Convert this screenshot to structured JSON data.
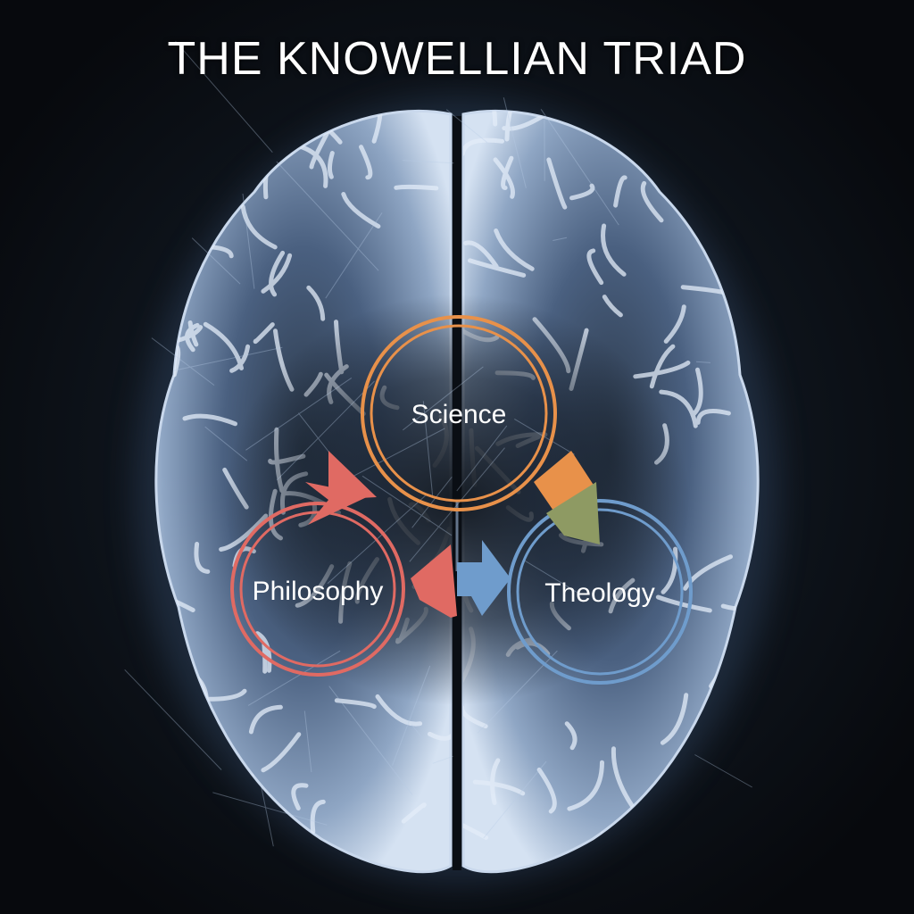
{
  "title": "THE KNOWELLIAN TRIAD",
  "colors": {
    "background": "#0b0f15",
    "brain_light": "#dfe8f5",
    "brain_mid": "#6f86a6",
    "brain_dark": "#1a2433",
    "science": "#e8914a",
    "philosophy": "#e06a63",
    "theology": "#6f9ccc",
    "olive": "#8e9a63"
  },
  "nodes": {
    "science": {
      "label": "Science",
      "color": "#e8914a"
    },
    "philosophy": {
      "label": "Philosophy",
      "color": "#e06a63"
    },
    "theology": {
      "label": "Theology",
      "color": "#6f9ccc"
    }
  }
}
